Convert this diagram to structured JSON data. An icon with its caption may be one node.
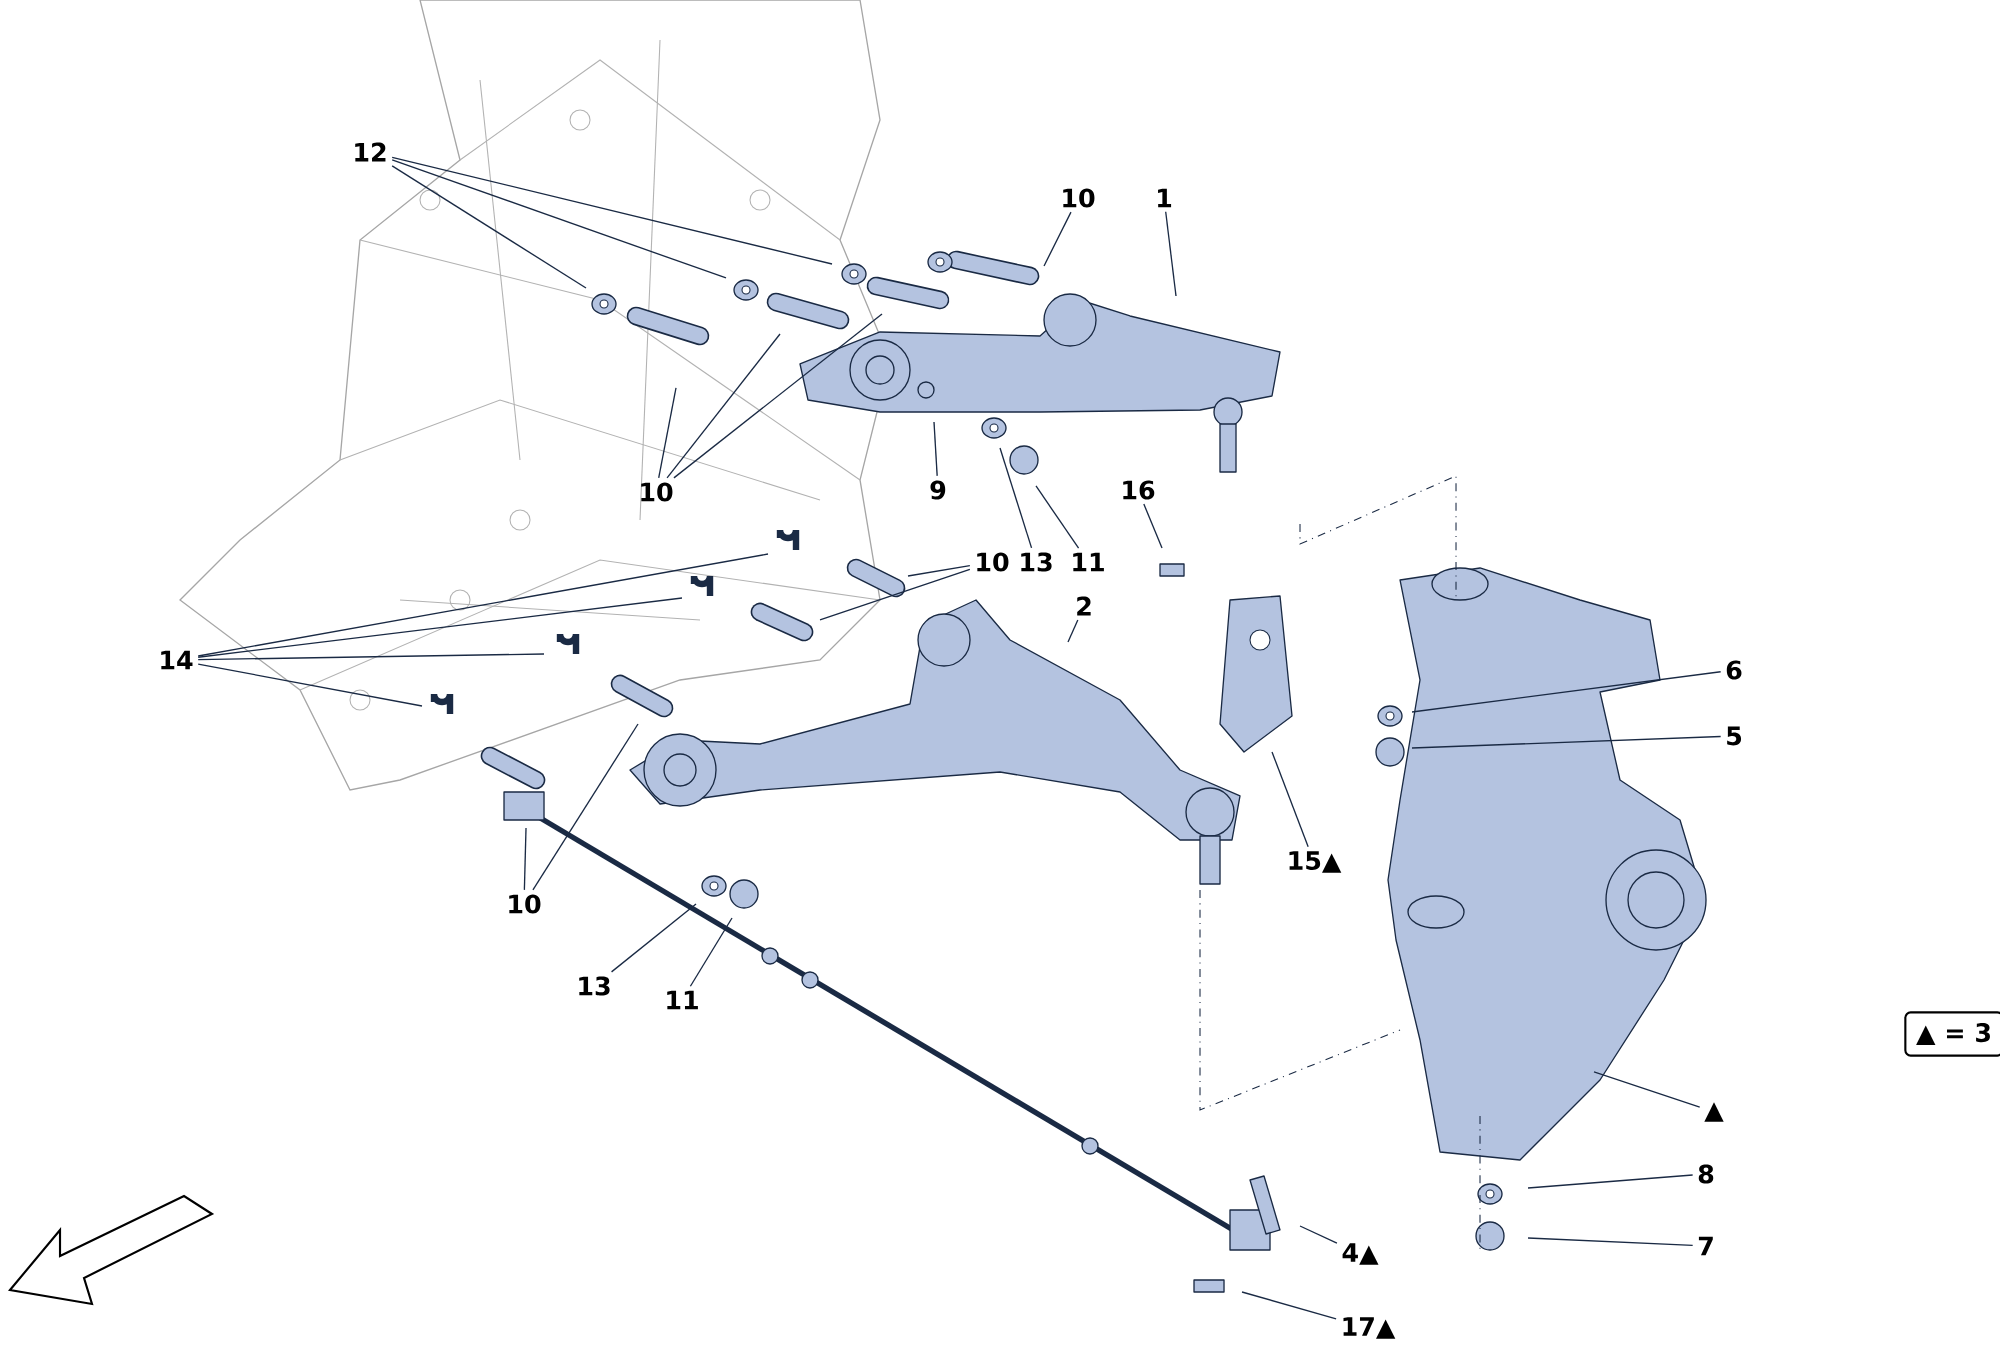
{
  "diagram": {
    "nodes": [
      {
        "text": [
          "12"
        ]
      },
      {
        "text": [
          "10"
        ]
      },
      {
        "text": [
          "1"
        ]
      },
      {
        "text": [
          "10"
        ]
      },
      {
        "text": [
          "9"
        ]
      },
      {
        "text": [
          "10"
        ]
      },
      {
        "text": [
          "13"
        ]
      },
      {
        "text": [
          "11"
        ]
      },
      {
        "text": [
          "16"
        ]
      },
      {
        "text": [
          "14"
        ]
      },
      {
        "text": [
          "2"
        ]
      },
      {
        "text": [
          "6"
        ]
      },
      {
        "text": [
          "5"
        ]
      },
      {
        "text": [
          "15▲"
        ]
      },
      {
        "text": [
          "10"
        ]
      },
      {
        "text": [
          "13"
        ]
      },
      {
        "text": [
          "11"
        ]
      },
      {
        "text": [
          "▲"
        ]
      },
      {
        "text": [
          "8"
        ]
      },
      {
        "text": [
          "7"
        ]
      },
      {
        "text": [
          "4▲"
        ]
      },
      {
        "text": [
          "17▲"
        ]
      },
      {
        "text": [
          "▲ = 3"
        ]
      }
    ],
    "edges": [
      {
        "from": 0,
        "to": null,
        "arrow": "none"
      },
      {
        "from": 0,
        "to": null,
        "arrow": "none"
      },
      {
        "from": 0,
        "to": null,
        "arrow": "none"
      },
      {
        "from": 1,
        "to": null,
        "arrow": "none"
      },
      {
        "from": 2,
        "to": null,
        "arrow": "none"
      },
      {
        "from": 3,
        "to": null,
        "arrow": "none"
      },
      {
        "from": 3,
        "to": null,
        "arrow": "none"
      },
      {
        "from": 3,
        "to": null,
        "arrow": "none"
      },
      {
        "from": 4,
        "to": null,
        "arrow": "none"
      },
      {
        "from": 5,
        "to": null,
        "arrow": "none"
      },
      {
        "from": 5,
        "to": null,
        "arrow": "none"
      },
      {
        "from": 6,
        "to": null,
        "arrow": "none"
      },
      {
        "from": 7,
        "to": null,
        "arrow": "none"
      },
      {
        "from": 8,
        "to": null,
        "arrow": "none"
      },
      {
        "from": 9,
        "to": null,
        "arrow": "none"
      },
      {
        "from": 9,
        "to": null,
        "arrow": "none"
      },
      {
        "from": 9,
        "to": null,
        "arrow": "none"
      },
      {
        "from": 9,
        "to": null,
        "arrow": "none"
      },
      {
        "from": 10,
        "to": null,
        "arrow": "none"
      },
      {
        "from": 11,
        "to": null,
        "arrow": "none"
      },
      {
        "from": 12,
        "to": null,
        "arrow": "none"
      },
      {
        "from": 13,
        "to": null,
        "arrow": "none"
      },
      {
        "from": 14,
        "to": null,
        "arrow": "none"
      },
      {
        "from": 14,
        "to": null,
        "arrow": "none"
      },
      {
        "from": 15,
        "to": null,
        "arrow": "none"
      },
      {
        "from": 16,
        "to": null,
        "arrow": "none"
      },
      {
        "from": 17,
        "to": null,
        "arrow": "none"
      },
      {
        "from": 18,
        "to": null,
        "arrow": "none"
      },
      {
        "from": 19,
        "to": null,
        "arrow": "none"
      },
      {
        "from": 20,
        "to": null,
        "arrow": "none"
      },
      {
        "from": 21,
        "to": null,
        "arrow": "none"
      }
    ]
  }
}
